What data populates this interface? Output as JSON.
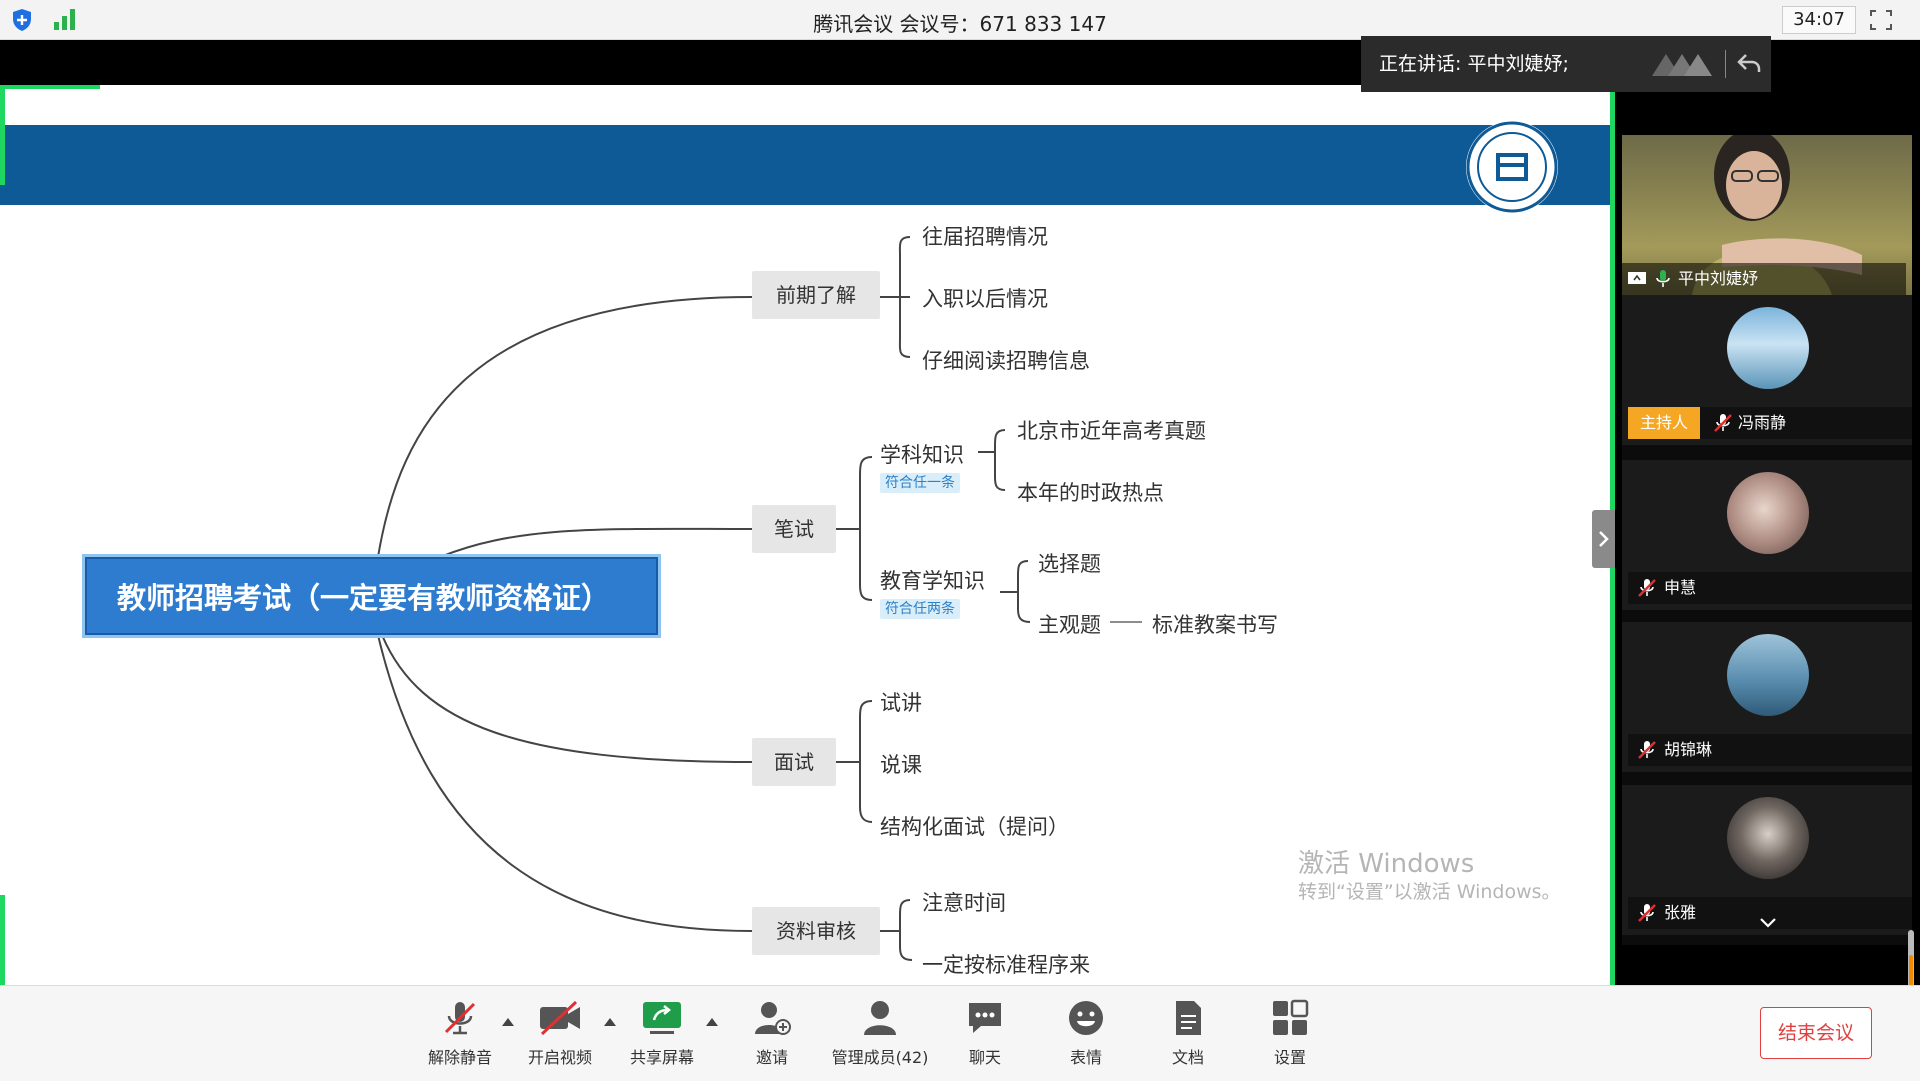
{
  "topbar": {
    "meeting_title": "腾讯会议 会议号：671 833 147",
    "timer": "34:07",
    "icons": [
      "shield-icon",
      "signal-icon",
      "fullscreen-icon"
    ]
  },
  "speaker_banner": {
    "text": "正在讲话: 平中刘婕妤;"
  },
  "slide": {
    "central": "教师招聘考试（一定要有教师资格证）",
    "branches": [
      {
        "label": "前期了解",
        "children": [
          "往届招聘情况",
          "入职以后情况",
          "仔细阅读招聘信息"
        ]
      },
      {
        "label": "笔试",
        "sub": [
          {
            "label": "学科知识",
            "tag": "符合任一条",
            "children": [
              "北京市近年高考真题",
              "本年的时政热点"
            ]
          },
          {
            "label": "教育学知识",
            "tag": "符合任两条",
            "children": [
              "选择题",
              "主观题"
            ],
            "extra": "标准教案书写"
          }
        ]
      },
      {
        "label": "面试",
        "children": [
          "试讲",
          "说课",
          "结构化面试（提问）"
        ]
      },
      {
        "label": "资料审核",
        "children": [
          "注意时间",
          "一定按标准程序来"
        ]
      }
    ],
    "watermark_line1": "激活 Windows",
    "watermark_line2": "转到“设置”以激活 Windows。"
  },
  "participants": [
    {
      "name": "平中刘婕妤",
      "mic": "on",
      "video": true
    },
    {
      "name": "冯雨静",
      "mic": "muted",
      "host": true,
      "host_label": "主持人"
    },
    {
      "name": "申慧",
      "mic": "muted"
    },
    {
      "name": "胡锦琳",
      "mic": "muted"
    },
    {
      "name": "张雅",
      "mic": "muted"
    }
  ],
  "toolbar": {
    "unmute": "解除静音",
    "video": "开启视频",
    "share": "共享屏幕",
    "invite": "邀请",
    "members": "管理成员(42)",
    "chat": "聊天",
    "emoji": "表情",
    "docs": "文档",
    "settings": "设置",
    "end": "结束会议"
  },
  "colors": {
    "slide_header": "#0e5a97",
    "central_node": "#2d7cd0",
    "accent_green": "#1ed760",
    "host_badge": "#f5a623",
    "end_button": "#e04040"
  }
}
